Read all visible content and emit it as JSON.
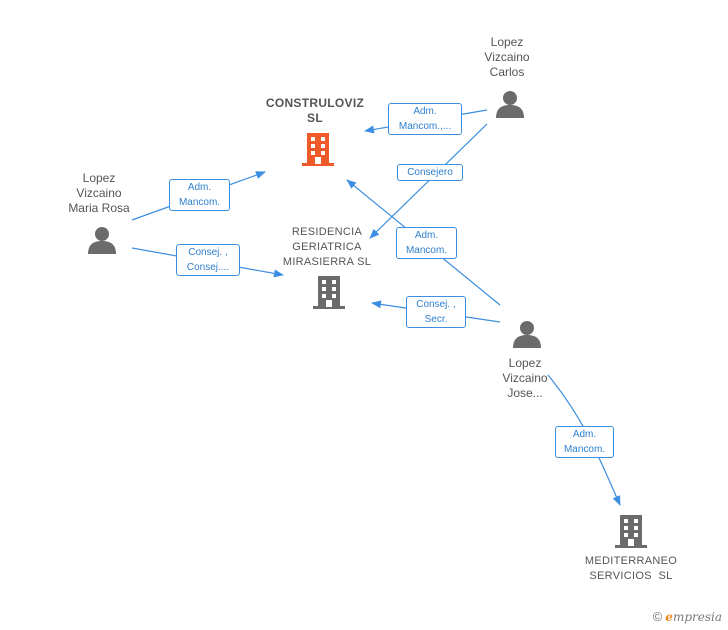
{
  "colors": {
    "edge": "#3c8ee0",
    "main_company": "#f05a28",
    "company": "#6b6b6b",
    "person": "#6b6b6b"
  },
  "nodes": {
    "construloviz": {
      "label_line1": "CONSTRULOVIZ",
      "label_line2": "SL",
      "icon": "building-icon"
    },
    "residencia": {
      "label_line1": "RESIDENCIA",
      "label_line2": "GERIATRICA",
      "label_line3": "MIRASIERRA SL",
      "icon": "building-icon"
    },
    "mediterraneo": {
      "label_line1": "MEDITERRANEO",
      "label_line2": "SERVICIOS  SL",
      "icon": "building-icon"
    },
    "carlos": {
      "label_line1": "Lopez",
      "label_line2": "Vizcaino",
      "label_line3": "Carlos",
      "icon": "person-icon"
    },
    "maria_rosa": {
      "label_line1": "Lopez",
      "label_line2": "Vizcaino",
      "label_line3": "Maria Rosa",
      "icon": "person-icon"
    },
    "jose": {
      "label_line1": "Lopez",
      "label_line2": "Vizcaino",
      "label_line3": "Jose...",
      "icon": "person-icon"
    }
  },
  "edges": {
    "carlos_construloviz": "Adm.\nMancom.,...",
    "carlos_residencia": "Consejero",
    "maria_construloviz": "Adm.\nMancom.",
    "maria_residencia": "Consej. ,\nConsej....",
    "jose_construloviz": "Adm.\nMancom.",
    "jose_residencia": "Consej. ,\nSecr.",
    "jose_mediterraneo": "Adm.\nMancom."
  },
  "footer": {
    "copyright": "©",
    "brand_first": "e",
    "brand_rest": "mpresia"
  }
}
